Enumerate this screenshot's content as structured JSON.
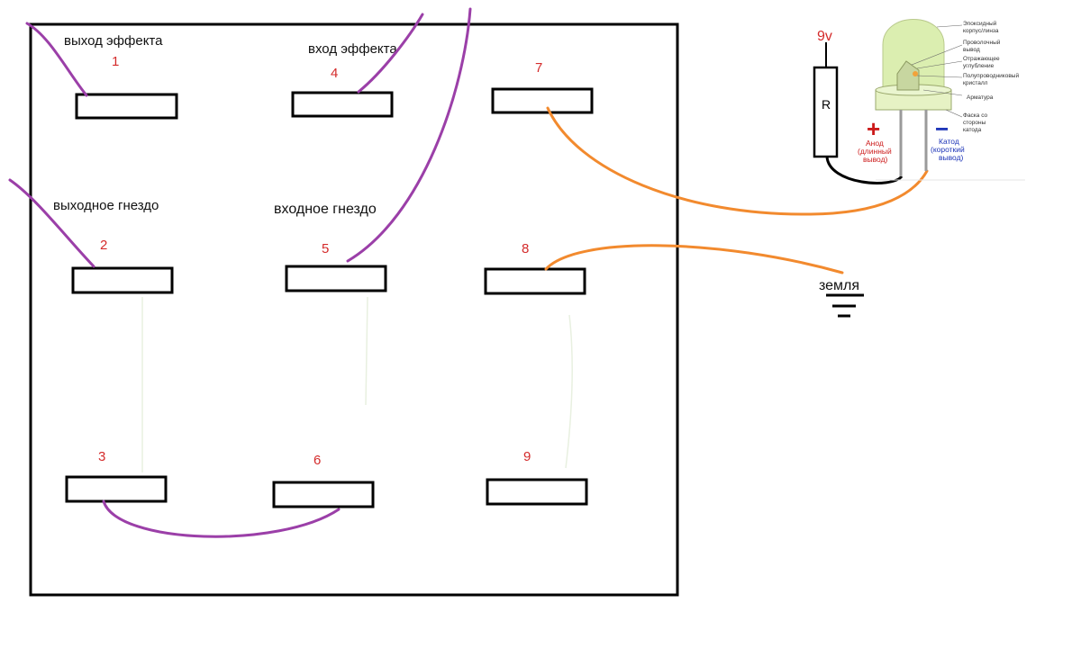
{
  "colors": {
    "outline": "#000000",
    "number": "#d42b2b",
    "purple_wire": "#9b3fa8",
    "orange_wire": "#f28a2e",
    "led_green": "#dbeeb0",
    "anode": "#cc1b1b",
    "cathode": "#1e35b8"
  },
  "switch": {
    "terminals": [
      {
        "id": "1",
        "label": "1",
        "name": "выход эффекта"
      },
      {
        "id": "2",
        "label": "2",
        "name": "выходное гнездо"
      },
      {
        "id": "3",
        "label": "3",
        "name": ""
      },
      {
        "id": "4",
        "label": "4",
        "name": "вход эффекта"
      },
      {
        "id": "5",
        "label": "5",
        "name": "входное гнездо"
      },
      {
        "id": "6",
        "label": "6",
        "name": ""
      },
      {
        "id": "7",
        "label": "7",
        "name": ""
      },
      {
        "id": "8",
        "label": "8",
        "name": ""
      },
      {
        "id": "9",
        "label": "9",
        "name": ""
      }
    ]
  },
  "ground": {
    "label": "земля"
  },
  "led": {
    "supply_label": "9v",
    "resistor_label": "R",
    "plus_sign": "+",
    "minus_sign": "−",
    "anode_label": [
      "Анод",
      "(длинный",
      "вывод)"
    ],
    "cathode_label": [
      "Катод",
      "(короткий",
      "вывод)"
    ],
    "annotations": [
      [
        "Эпоксидный",
        "корпус/линза"
      ],
      [
        "Проволочный",
        "вывод"
      ],
      [
        "Отражающее",
        "углубление"
      ],
      [
        "Полупроводниковый",
        "кристалл"
      ],
      [
        "Арматура"
      ],
      [
        "Фаска со",
        "стороны",
        "катода"
      ]
    ]
  }
}
